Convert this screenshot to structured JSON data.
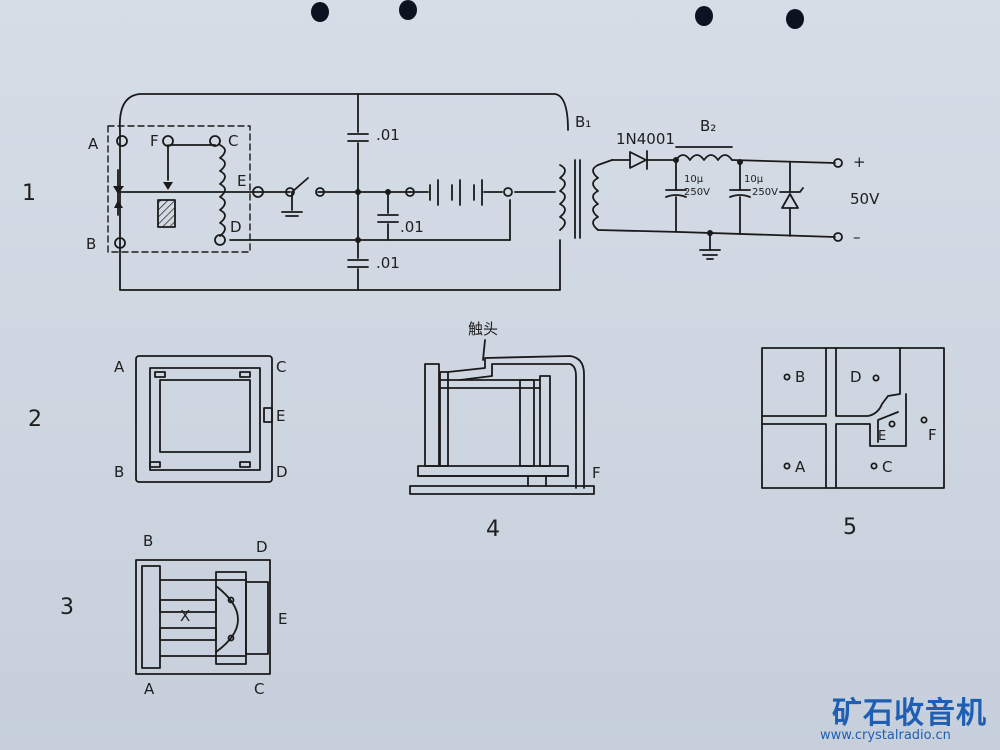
{
  "figure_numbers": {
    "fig1": "1",
    "fig2": "2",
    "fig3": "3",
    "fig4": "4",
    "fig5": "5"
  },
  "fig1": {
    "terminals": {
      "a": "A",
      "b": "B",
      "c": "C",
      "d": "D",
      "e": "E",
      "f": "F"
    },
    "cap_top": ".01",
    "cap_mid": ".01",
    "cap_bottom": ".01",
    "transformer1": "B₁",
    "diode": "1N4001",
    "transformer2": "B₂",
    "cap1_value": "10μ",
    "cap1_voltage": "250V",
    "cap2_value": "10μ",
    "cap2_voltage": "250V",
    "plus": "+",
    "minus": "–",
    "output": "50V"
  },
  "fig2": {
    "a": "A",
    "b": "B",
    "c": "C",
    "d": "D",
    "e": "E"
  },
  "fig3": {
    "a": "A",
    "b": "B",
    "c": "C",
    "d": "D",
    "e": "E",
    "x": "X"
  },
  "fig4": {
    "contact": "触头",
    "f": "F"
  },
  "fig5": {
    "a": "A",
    "b": "B",
    "c": "C",
    "d": "D",
    "e": "E",
    "f": "F"
  },
  "watermark": {
    "title": "矿石收音机",
    "url": "www.crystalradio.cn"
  },
  "colors": {
    "ink": "#1a1a1a",
    "paper": "#cfd7e2",
    "watermark": "#1f5fb3"
  }
}
